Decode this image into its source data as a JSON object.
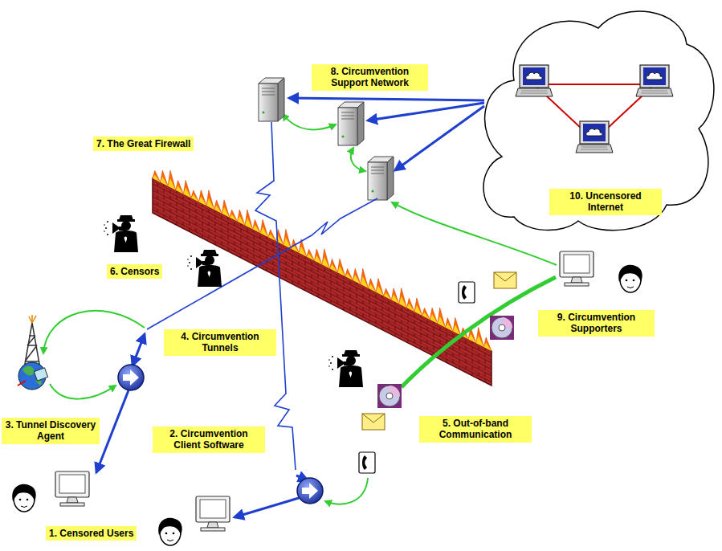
{
  "diagram": {
    "nodes": [
      {
        "text": [
          "1. Censored Users"
        ]
      },
      {
        "text": [
          "2. Circumvention Client Software"
        ]
      },
      {
        "text": [
          "3. Tunnel Discovery Agent"
        ]
      },
      {
        "text": [
          "4. Circumvention Tunnels"
        ]
      },
      {
        "text": [
          "5. Out-of-band Communication"
        ]
      },
      {
        "text": [
          "6. Censors"
        ]
      },
      {
        "text": [
          "7. The Great Firewall"
        ]
      },
      {
        "text": [
          "8. Circumvention Support Network"
        ]
      },
      {
        "text": [
          "9. Circumvention Supporters"
        ]
      },
      {
        "text": [
          "10. Uncensored Internet"
        ]
      }
    ]
  }
}
